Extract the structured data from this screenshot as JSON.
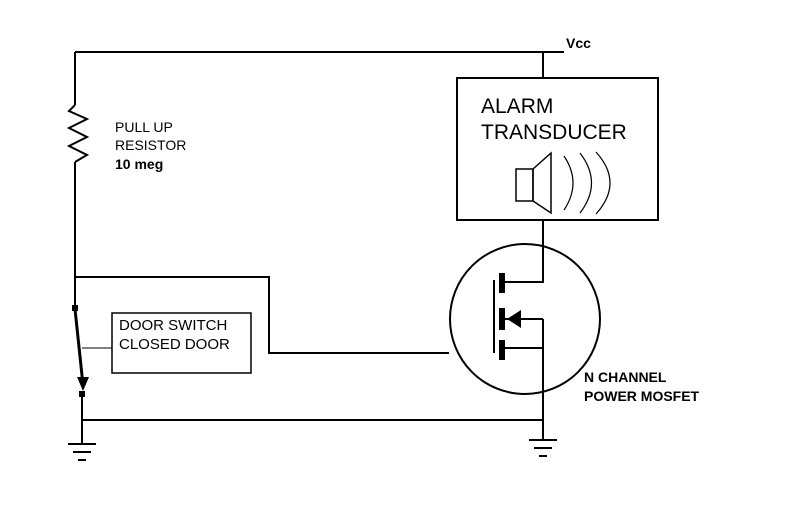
{
  "labels": {
    "vcc": "Vcc",
    "resistor_line1": "PULL UP",
    "resistor_line2": "RESISTOR",
    "resistor_value": "10 meg",
    "alarm_line1": "ALARM",
    "alarm_line2": "TRANSDUCER",
    "door_line1": "DOOR SWITCH",
    "door_line2": "CLOSED DOOR",
    "mosfet_line1": "N CHANNEL",
    "mosfet_line2": "POWER MOSFET"
  },
  "icons": [
    "speaker-icon",
    "sound-wave-icon",
    "ground-symbol-icon",
    "resistor-symbol-icon",
    "switch-symbol-icon",
    "mosfet-symbol-icon"
  ]
}
